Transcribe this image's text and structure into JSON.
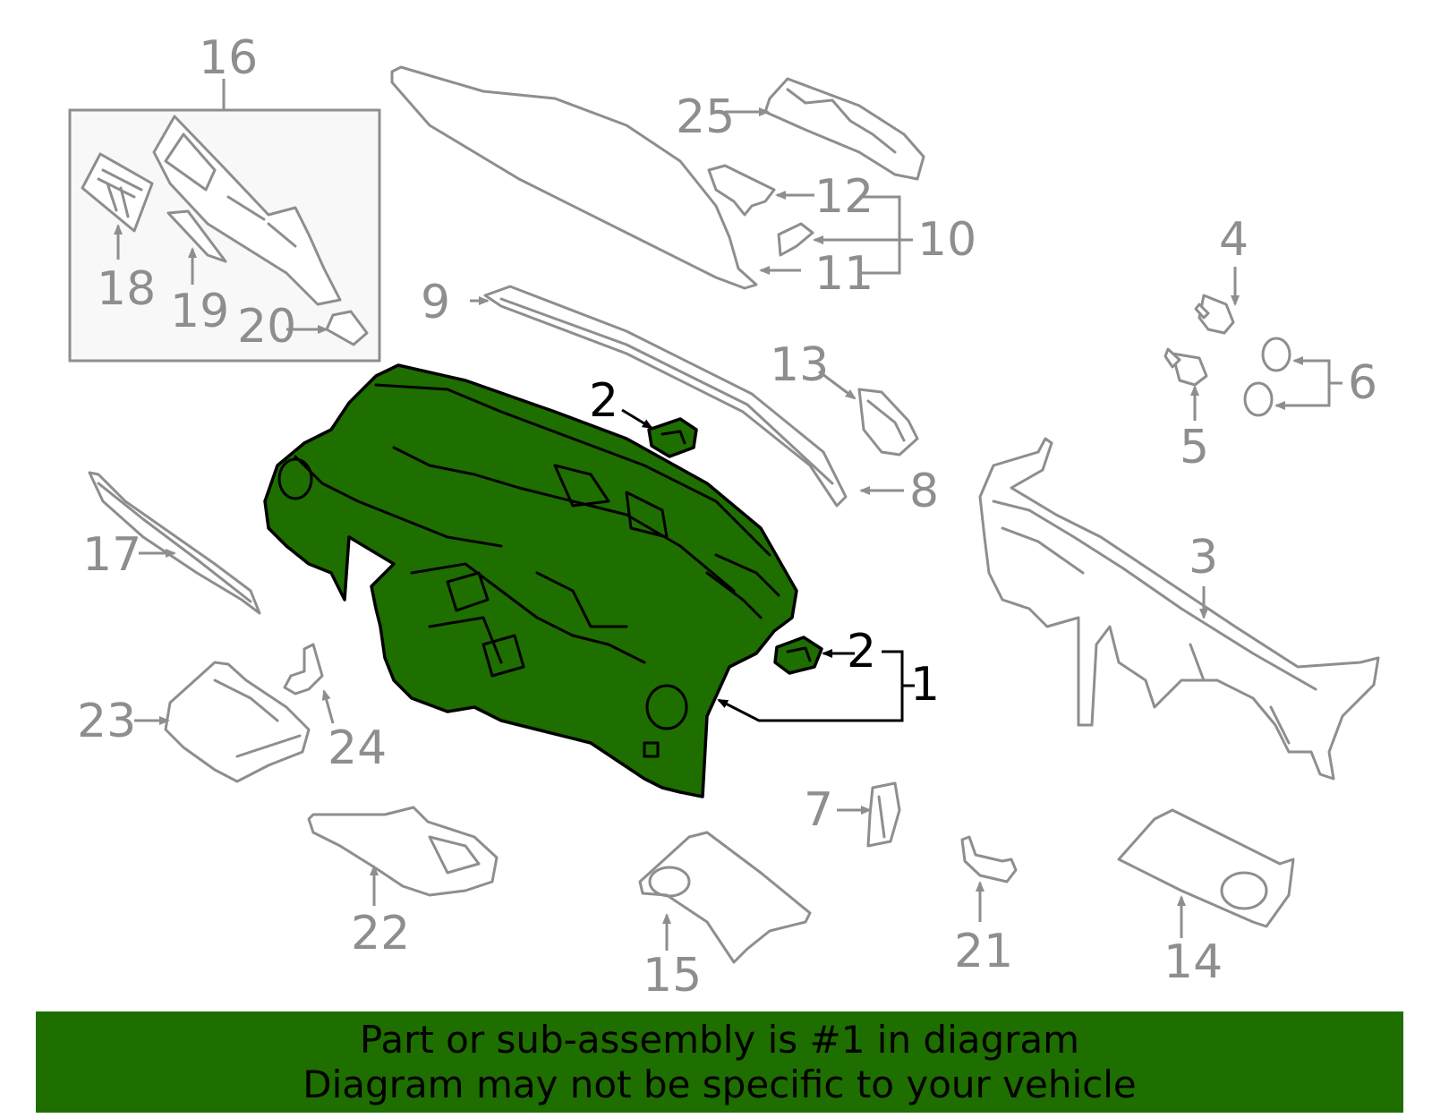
{
  "diagram": {
    "callouts": {
      "c1": "1",
      "c2a": "2",
      "c2b": "2",
      "c3": "3",
      "c4": "4",
      "c5": "5",
      "c6": "6",
      "c7": "7",
      "c8": "8",
      "c9": "9",
      "c10": "10",
      "c11": "11",
      "c12": "12",
      "c13": "13",
      "c14": "14",
      "c15": "15",
      "c16": "16",
      "c17": "17",
      "c18": "18",
      "c19": "19",
      "c20": "20",
      "c21": "21",
      "c22": "22",
      "c23": "23",
      "c24": "24",
      "c25": "25"
    },
    "colors": {
      "highlight": "#1f6e00",
      "outline": "#8e8e8e",
      "banner": "#1f6e00"
    }
  },
  "banner": {
    "line1": "Part or sub-assembly is #1 in diagram",
    "line2": "Diagram may not be specific to your vehicle"
  }
}
